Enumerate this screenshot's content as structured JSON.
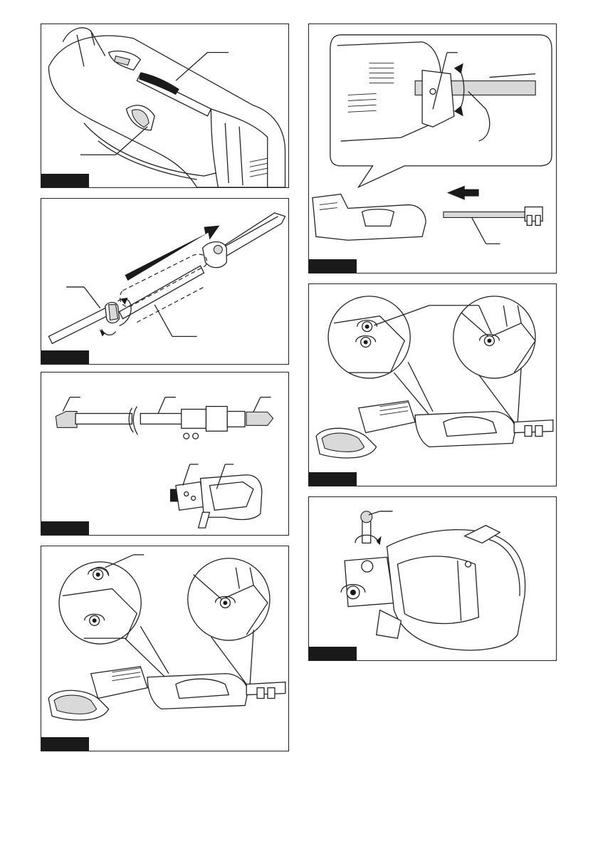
{
  "page": {
    "figures": [
      {
        "id": "fig1",
        "callouts": 2
      },
      {
        "id": "fig2",
        "callouts": 2
      },
      {
        "id": "fig3",
        "callouts": 5
      },
      {
        "id": "fig4",
        "callouts": 1
      },
      {
        "id": "fig5",
        "callouts": 2
      },
      {
        "id": "fig6",
        "callouts": 1
      },
      {
        "id": "fig7",
        "callouts": 1
      }
    ],
    "colors": {
      "line": "#222222",
      "tab": "#1a1a1a",
      "fill": "#d9d9d9"
    }
  }
}
